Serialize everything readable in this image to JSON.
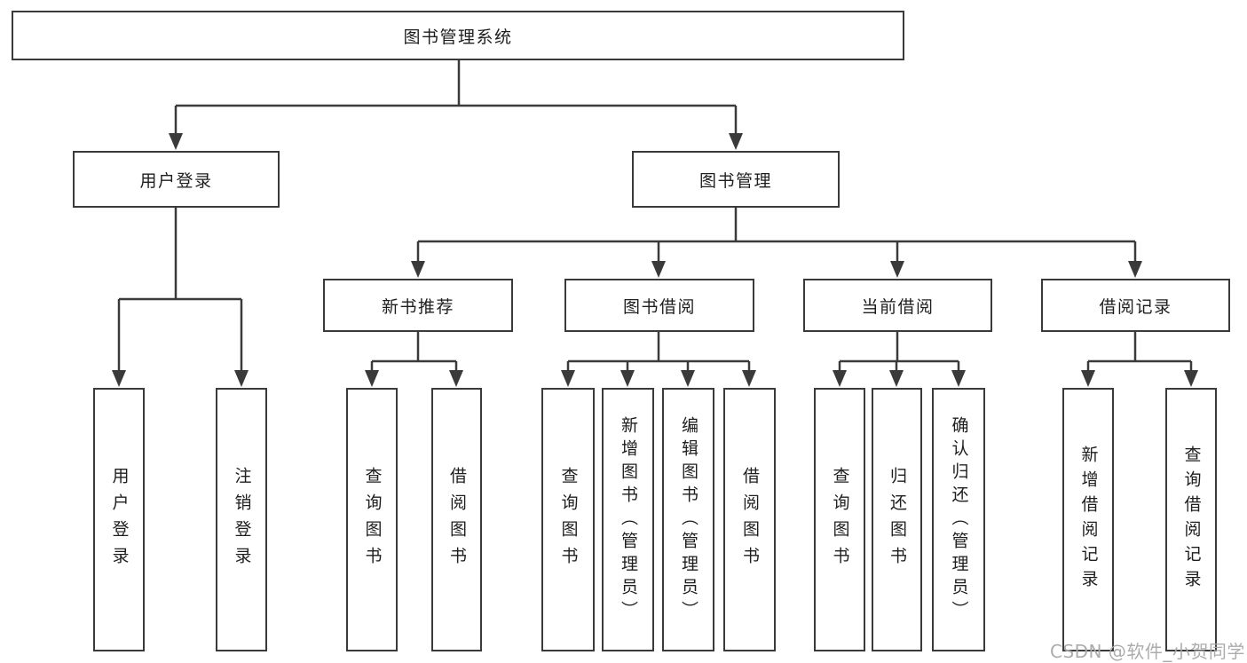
{
  "tree": {
    "root": {
      "label": "图书管理系统"
    },
    "level2": [
      {
        "label": "用户登录",
        "children": [
          {
            "label": "用户登录"
          },
          {
            "label": "注销登录"
          }
        ]
      },
      {
        "label": "图书管理",
        "children": [
          {
            "label": "新书推荐",
            "children": [
              {
                "label": "查询图书"
              },
              {
                "label": "借阅图书"
              }
            ]
          },
          {
            "label": "图书借阅",
            "children": [
              {
                "label": "查询图书"
              },
              {
                "label": "新增图书（管理员）"
              },
              {
                "label": "编辑图书（管理员）"
              },
              {
                "label": "借阅图书"
              }
            ]
          },
          {
            "label": "当前借阅",
            "children": [
              {
                "label": "查询图书"
              },
              {
                "label": "归还图书"
              },
              {
                "label": "确认归还（管理员）"
              }
            ]
          },
          {
            "label": "借阅记录",
            "children": [
              {
                "label": "新增借阅记录"
              },
              {
                "label": "查询借阅记录"
              }
            ]
          }
        ]
      }
    ]
  },
  "watermark": {
    "text": "CSDN @软件_小贺同学"
  },
  "colors": {
    "line": "#3a3a3a",
    "text": "#1e1e1e",
    "background": "#ffffff",
    "watermark": "#a8a8aa"
  }
}
